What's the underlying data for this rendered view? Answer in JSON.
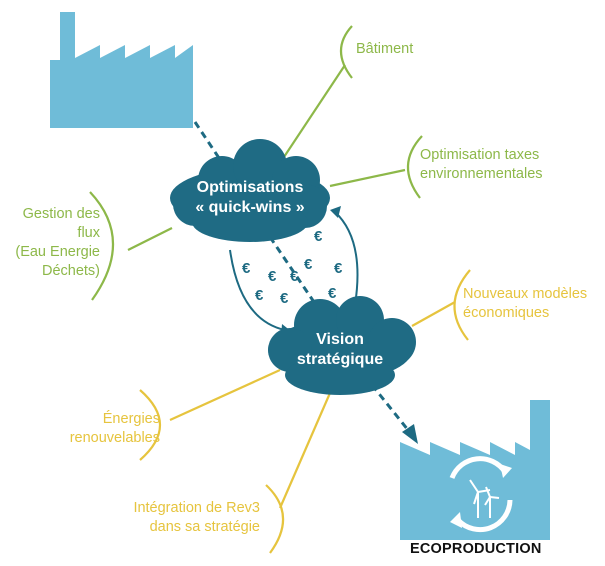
{
  "clouds": {
    "top": [
      "Optimisations",
      "« quick-wins »"
    ],
    "bottom": [
      "Vision",
      "stratégique"
    ]
  },
  "labels": {
    "batiment": [
      "Bâtiment"
    ],
    "taxes": [
      "Optimisation taxes",
      "environnementales"
    ],
    "gestion": [
      "Gestion des",
      "flux",
      "(Eau Energie",
      "Déchets)"
    ],
    "modeles": [
      "Nouveaux modèles",
      "économiques"
    ],
    "energies": [
      "Énergies",
      "renouvelables"
    ],
    "rev3": [
      "Intégration de Rev3",
      "dans sa stratégie"
    ]
  },
  "euro_symbol": "€",
  "eco_title": "ECOPRODUCTION",
  "colors": {
    "green": "#8db849",
    "yellow": "#e6c43e",
    "cloud": "#1f6b84",
    "factory": "#6fbcd8",
    "arrow": "#1d6a82"
  }
}
